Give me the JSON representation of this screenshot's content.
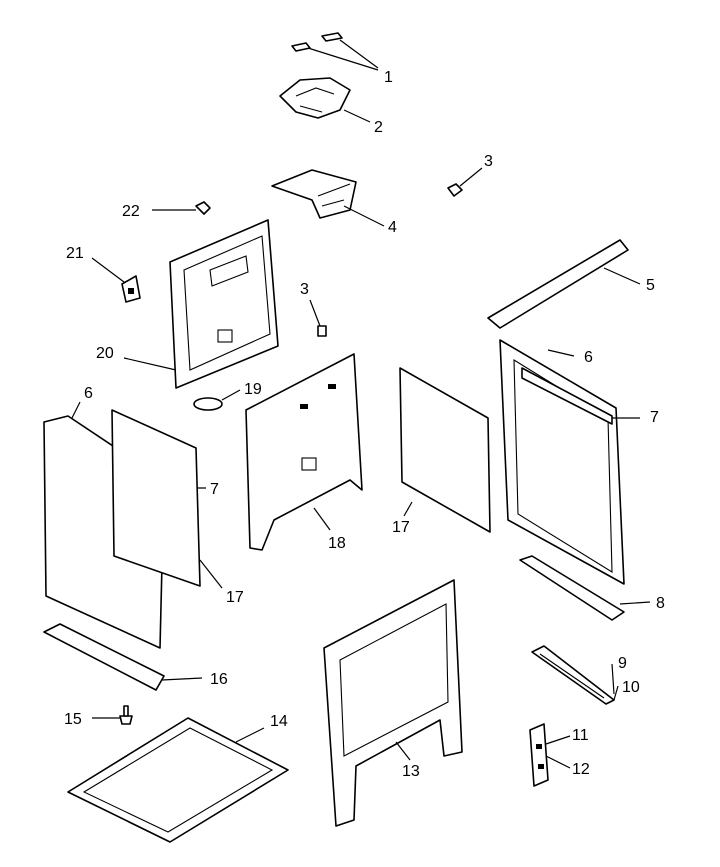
{
  "callouts": {
    "c1": "1",
    "c2": "2",
    "c3a": "3",
    "c3b": "3",
    "c4": "4",
    "c5": "5",
    "c6a": "6",
    "c6b": "6",
    "c7a": "7",
    "c7b": "7",
    "c8": "8",
    "c9": "9",
    "c10": "10",
    "c11": "11",
    "c12": "12",
    "c13": "13",
    "c14": "14",
    "c15": "15",
    "c16": "16",
    "c17a": "17",
    "c17b": "17",
    "c18": "18",
    "c19": "19",
    "c20": "20",
    "c21": "21",
    "c22": "22"
  }
}
